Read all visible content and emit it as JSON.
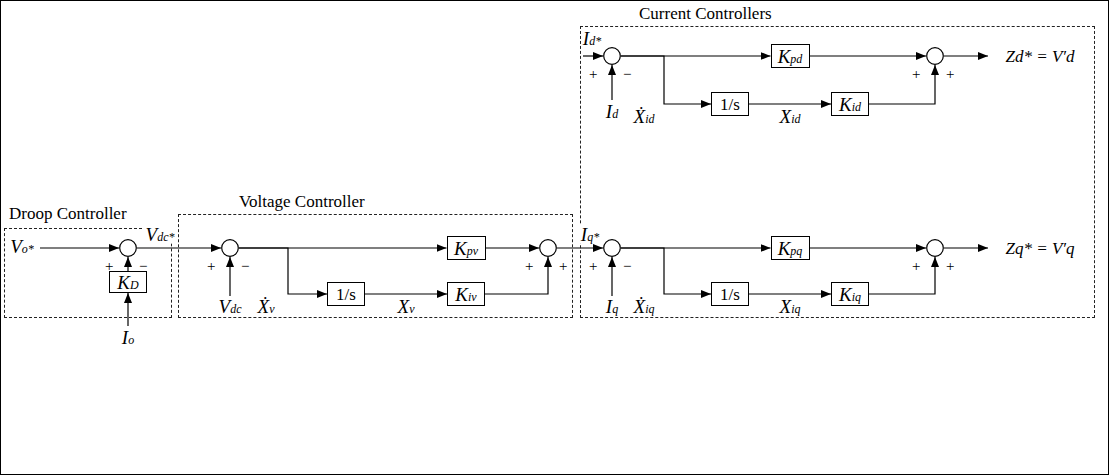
{
  "diagram": {
    "nodes": [
      {
        "text": [
          "Droop Controller"
        ]
      },
      {
        "text": [
          "+",
          "−"
        ],
        "in": 0
      },
      {
        "text": [
          "KD"
        ],
        "in": 0
      },
      {
        "text": [
          "Voltage Controller"
        ]
      },
      {
        "text": [
          "+",
          "−"
        ],
        "in": 3
      },
      {
        "text": [
          "Kpv"
        ],
        "in": 3
      },
      {
        "text": [
          "1/s"
        ],
        "in": 3
      },
      {
        "text": [
          "Kiv"
        ],
        "in": 3
      },
      {
        "text": [
          "+",
          "+"
        ],
        "in": 3
      },
      {
        "text": [
          "Current Controllers"
        ]
      },
      {
        "text": [
          "+",
          "−"
        ],
        "in": 9
      },
      {
        "text": [
          "Kpd"
        ],
        "in": 9
      },
      {
        "text": [
          "1/s"
        ],
        "in": 9
      },
      {
        "text": [
          "Kid"
        ],
        "in": 9
      },
      {
        "text": [
          "+",
          "+"
        ],
        "in": 9
      },
      {
        "text": [
          "+",
          "−"
        ],
        "in": 9
      },
      {
        "text": [
          "Kpq"
        ],
        "in": 9
      },
      {
        "text": [
          "1/s"
        ],
        "in": 9
      },
      {
        "text": [
          "Kiq"
        ],
        "in": 9
      },
      {
        "text": [
          "+",
          "+"
        ],
        "in": 9
      }
    ],
    "edges": [
      {
        "from": 2,
        "to": 1,
        "arrow": "to"
      },
      {
        "from": 1,
        "to": 4,
        "arrow": "to",
        "label": "Vdc*"
      },
      {
        "from": 4,
        "to": 5,
        "arrow": "to"
      },
      {
        "from": 4,
        "to": 6,
        "arrow": "to"
      },
      {
        "from": 6,
        "to": 7,
        "arrow": "to",
        "label": "Xv"
      },
      {
        "from": 7,
        "to": 8,
        "arrow": "to"
      },
      {
        "from": 5,
        "to": 8,
        "arrow": "to"
      },
      {
        "from": 8,
        "to": 15,
        "arrow": "to",
        "label": "Iq*"
      },
      {
        "from": 10,
        "to": 11,
        "arrow": "to"
      },
      {
        "from": 10,
        "to": 12,
        "arrow": "to"
      },
      {
        "from": 12,
        "to": 13,
        "arrow": "to",
        "label": "Xid"
      },
      {
        "from": 13,
        "to": 14,
        "arrow": "to"
      },
      {
        "from": 11,
        "to": 14,
        "arrow": "to"
      },
      {
        "from": 15,
        "to": 16,
        "arrow": "to"
      },
      {
        "from": 15,
        "to": 17,
        "arrow": "to"
      },
      {
        "from": 17,
        "to": 18,
        "arrow": "to",
        "label": "Xiq"
      },
      {
        "from": 18,
        "to": 19,
        "arrow": "to"
      },
      {
        "from": 16,
        "to": 19,
        "arrow": "to"
      }
    ],
    "labels": [
      "Vo*",
      "Io",
      "Vdc",
      "Ẋv",
      "Id*",
      "Id",
      "Ẋid",
      "Iq",
      "Ẋiq",
      "Zd* = V′d",
      "Zq* = V′q"
    ]
  }
}
